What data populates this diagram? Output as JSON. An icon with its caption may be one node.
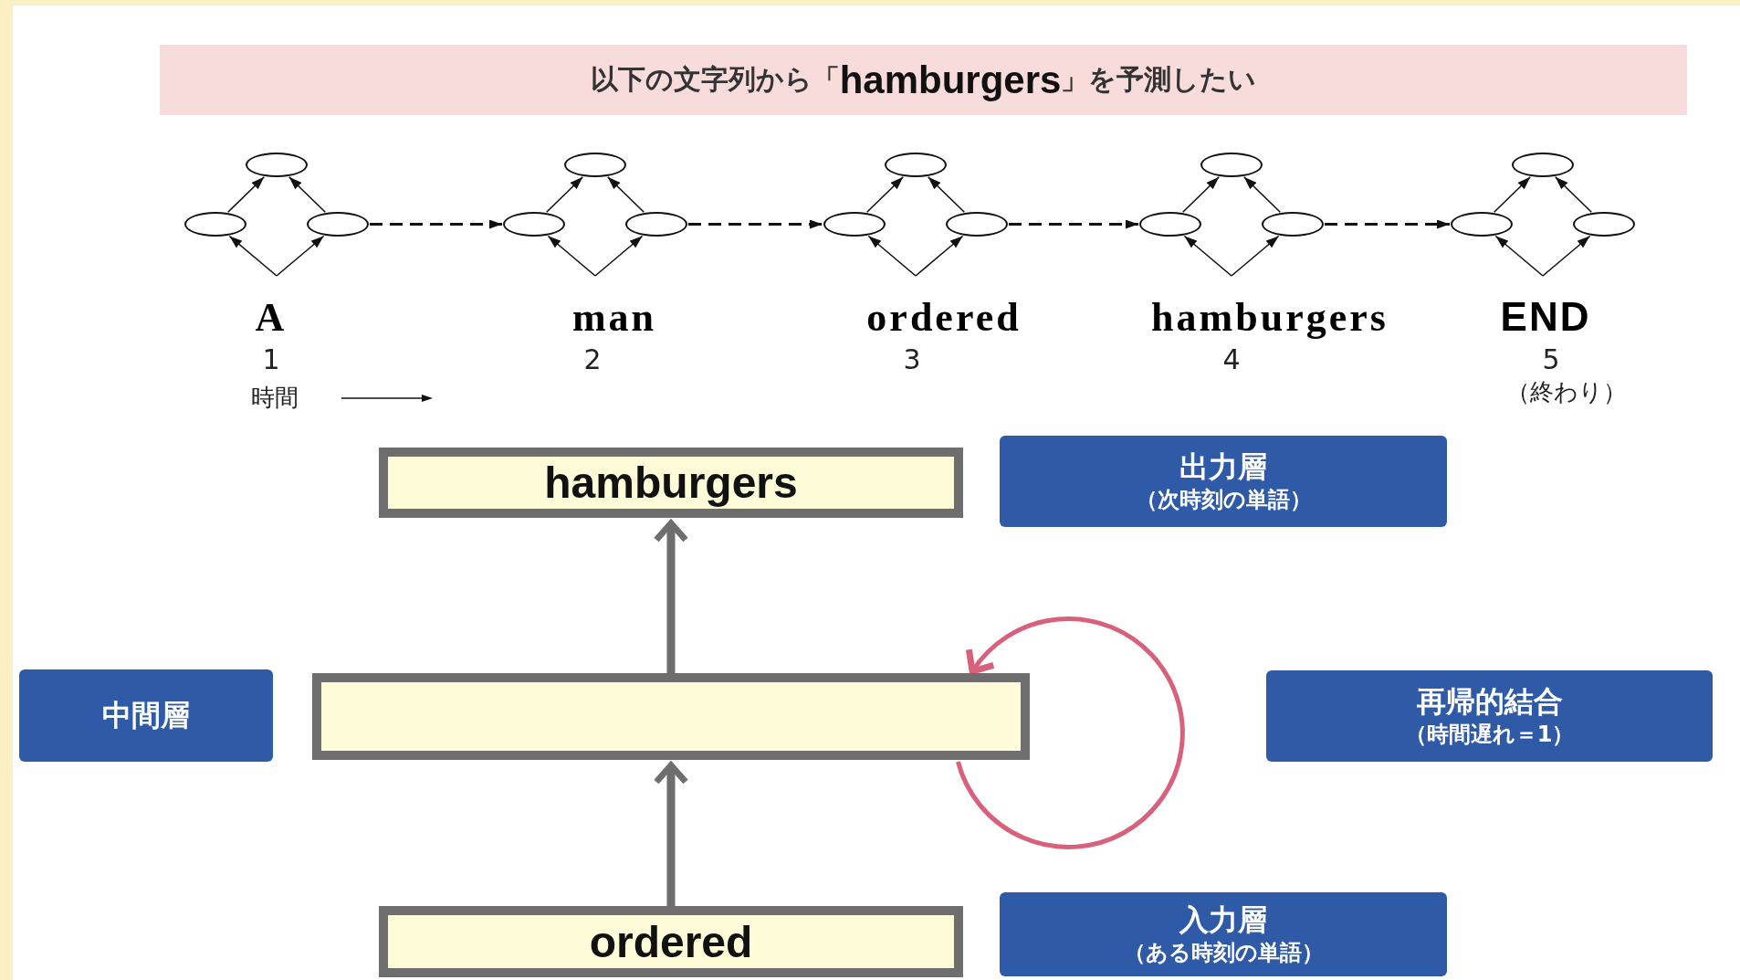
{
  "diagram": {
    "title": "以下の文字列から「**hamburgers**」を予測したい",
    "nodes": [
      {
        "text": [],
        "shape": "circle"
      },
      {
        "text": [],
        "shape": "circle"
      },
      {
        "text": [],
        "shape": "circle"
      },
      {
        "text": [],
        "shape": "circle"
      },
      {
        "text": [],
        "shape": "circle"
      },
      {
        "text": [],
        "shape": "circle"
      },
      {
        "text": [],
        "shape": "circle"
      },
      {
        "text": [],
        "shape": "circle"
      },
      {
        "text": [],
        "shape": "circle"
      },
      {
        "text": [],
        "shape": "circle"
      },
      {
        "text": [],
        "shape": "circle"
      },
      {
        "text": [],
        "shape": "circle"
      },
      {
        "text": [],
        "shape": "circle"
      },
      {
        "text": [],
        "shape": "circle"
      },
      {
        "text": [],
        "shape": "circle"
      },
      {
        "text": [
          "hamburgers"
        ]
      },
      {
        "text": [
          "出力層",
          "（次時刻の単語）"
        ]
      },
      {
        "text": [
          "中間層"
        ]
      },
      {
        "text": [],
        "shape": "box"
      },
      {
        "text": [
          "再帰的結合",
          "（時間遅れ＝1）"
        ]
      },
      {
        "text": [
          "ordered"
        ]
      },
      {
        "text": [
          "入力層",
          "（ある時刻の単語）"
        ]
      }
    ],
    "edges": [
      {
        "from": null,
        "to": 1,
        "arrow": "to"
      },
      {
        "from": null,
        "to": 2,
        "arrow": "to"
      },
      {
        "from": 1,
        "to": 0,
        "arrow": "to"
      },
      {
        "from": 2,
        "to": 0,
        "arrow": "to"
      },
      {
        "from": null,
        "to": 4,
        "arrow": "to"
      },
      {
        "from": null,
        "to": 5,
        "arrow": "to"
      },
      {
        "from": 4,
        "to": 3,
        "arrow": "to"
      },
      {
        "from": 5,
        "to": 3,
        "arrow": "to"
      },
      {
        "from": null,
        "to": 7,
        "arrow": "to"
      },
      {
        "from": null,
        "to": 8,
        "arrow": "to"
      },
      {
        "from": 7,
        "to": 6,
        "arrow": "to"
      },
      {
        "from": 8,
        "to": 6,
        "arrow": "to"
      },
      {
        "from": null,
        "to": 10,
        "arrow": "to"
      },
      {
        "from": null,
        "to": 11,
        "arrow": "to"
      },
      {
        "from": 10,
        "to": 9,
        "arrow": "to"
      },
      {
        "from": 11,
        "to": 9,
        "arrow": "to"
      },
      {
        "from": null,
        "to": 13,
        "arrow": "to"
      },
      {
        "from": null,
        "to": 14,
        "arrow": "to"
      },
      {
        "from": 13,
        "to": 12,
        "arrow": "to"
      },
      {
        "from": 14,
        "to": 12,
        "arrow": "to"
      },
      {
        "from": 2,
        "to": 4,
        "arrow": "to",
        "style": "dashed"
      },
      {
        "from": 5,
        "to": 7,
        "arrow": "to",
        "style": "dashed"
      },
      {
        "from": 8,
        "to": 10,
        "arrow": "to",
        "style": "dashed"
      },
      {
        "from": 11,
        "to": 13,
        "arrow": "to",
        "style": "dashed"
      },
      {
        "from": 20,
        "to": 18,
        "arrow": "to",
        "style": "thick",
        "color": "#6e6e6e"
      },
      {
        "from": 18,
        "to": 15,
        "arrow": "to",
        "style": "thick",
        "color": "#6e6e6e"
      },
      {
        "from": 18,
        "to": 18,
        "arrow": "to",
        "style": "thick",
        "color": "#d9607a"
      }
    ],
    "labels": [
      "A",
      "man",
      "ordered",
      "hamburgers",
      "END",
      "1",
      "2",
      "3",
      "4",
      "5",
      "時間",
      "（終わり）"
    ]
  }
}
